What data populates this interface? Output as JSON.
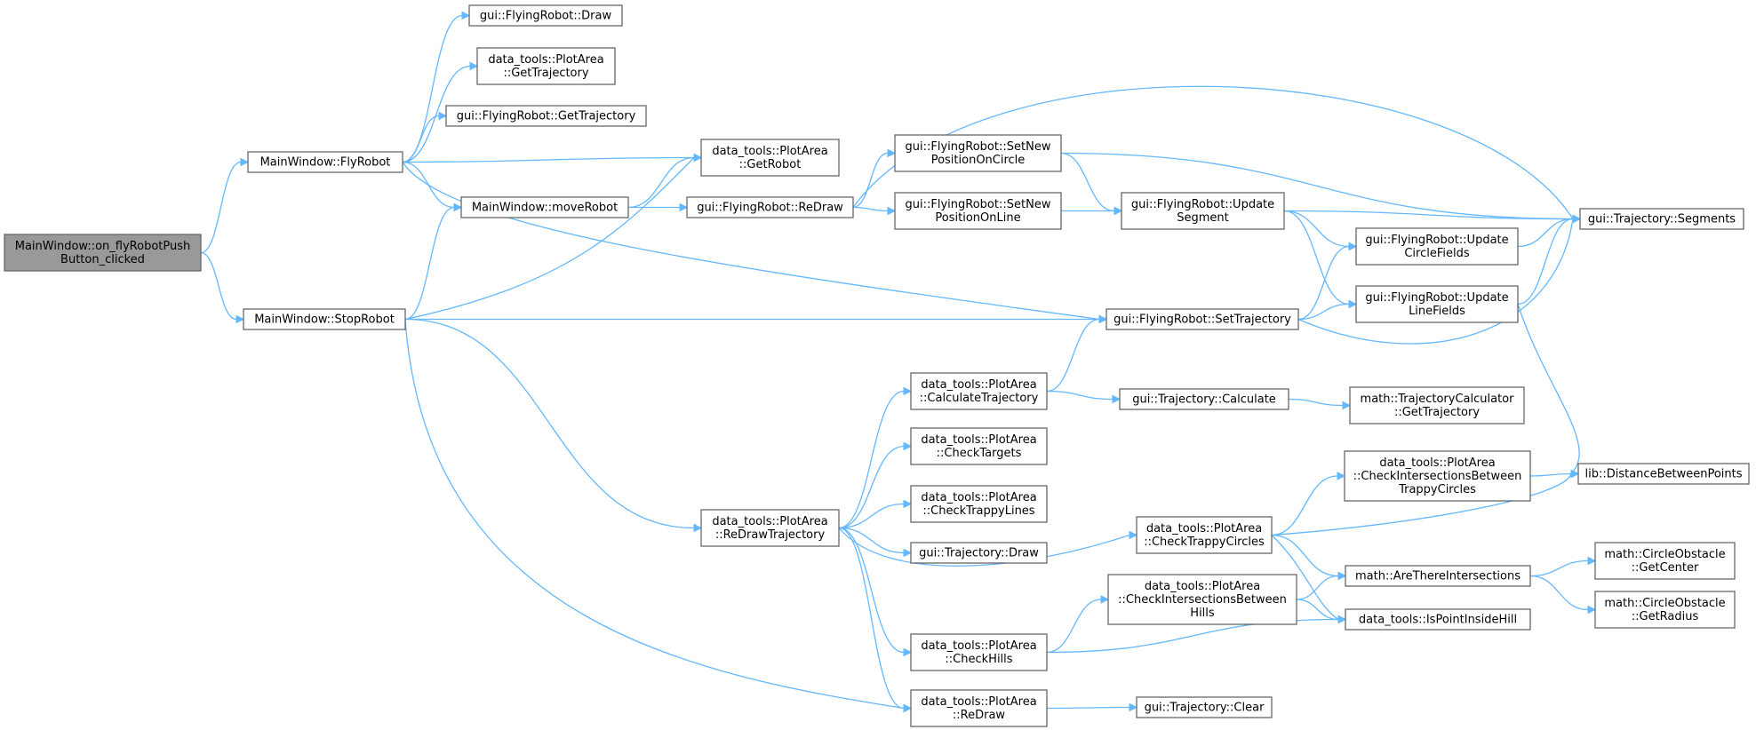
{
  "diagram": {
    "type": "call-graph",
    "edge_color": "#63b8ff",
    "node_border_color": "#666666",
    "root_fill_color": "#999999",
    "nodes": [
      {
        "id": "root",
        "lines": [
          "MainWindow::on_flyRobotPush",
          "Button_clicked"
        ],
        "root": true
      },
      {
        "id": "flyrobot",
        "lines": [
          "MainWindow::FlyRobot"
        ]
      },
      {
        "id": "stoprobot",
        "lines": [
          "MainWindow::StopRobot"
        ]
      },
      {
        "id": "draw",
        "lines": [
          "gui::FlyingRobot::Draw"
        ]
      },
      {
        "id": "pa_gettraj",
        "lines": [
          "data_tools::PlotArea",
          "::GetTrajectory"
        ]
      },
      {
        "id": "fr_gettraj",
        "lines": [
          "gui::FlyingRobot::GetTrajectory"
        ]
      },
      {
        "id": "getrobot",
        "lines": [
          "data_tools::PlotArea",
          "::GetRobot"
        ]
      },
      {
        "id": "moverobot",
        "lines": [
          "MainWindow::moveRobot"
        ]
      },
      {
        "id": "redraw_fr",
        "lines": [
          "gui::FlyingRobot::ReDraw"
        ]
      },
      {
        "id": "setnewcircle",
        "lines": [
          "gui::FlyingRobot::SetNew",
          "PositionOnCircle"
        ]
      },
      {
        "id": "setnewline",
        "lines": [
          "gui::FlyingRobot::SetNew",
          "PositionOnLine"
        ]
      },
      {
        "id": "updateseg",
        "lines": [
          "gui::FlyingRobot::Update",
          "Segment"
        ]
      },
      {
        "id": "segments",
        "lines": [
          "gui::Trajectory::Segments"
        ]
      },
      {
        "id": "updatecircle",
        "lines": [
          "gui::FlyingRobot::Update",
          "CircleFields"
        ]
      },
      {
        "id": "updateline",
        "lines": [
          "gui::FlyingRobot::Update",
          "LineFields"
        ]
      },
      {
        "id": "settraj",
        "lines": [
          "gui::FlyingRobot::SetTrajectory"
        ]
      },
      {
        "id": "calctraj",
        "lines": [
          "data_tools::PlotArea",
          "::CalculateTrajectory"
        ]
      },
      {
        "id": "traj_calc",
        "lines": [
          "gui::Trajectory::Calculate"
        ]
      },
      {
        "id": "math_gettraj",
        "lines": [
          "math::TrajectoryCalculator",
          "::GetTrajectory"
        ]
      },
      {
        "id": "checktargets",
        "lines": [
          "data_tools::PlotArea",
          "::CheckTargets"
        ]
      },
      {
        "id": "checktrappylines",
        "lines": [
          "data_tools::PlotArea",
          "::CheckTrappyLines"
        ]
      },
      {
        "id": "redrawtraj",
        "lines": [
          "data_tools::PlotArea",
          "::ReDrawTrajectory"
        ]
      },
      {
        "id": "traj_draw",
        "lines": [
          "gui::Trajectory::Draw"
        ]
      },
      {
        "id": "checktrappycircles",
        "lines": [
          "data_tools::PlotArea",
          "::CheckTrappyCircles"
        ]
      },
      {
        "id": "checkinterTC",
        "lines": [
          "data_tools::PlotArea",
          "::CheckIntersectionsBetween",
          "TrappyCircles"
        ]
      },
      {
        "id": "distance",
        "lines": [
          "lib::DistanceBetweenPoints"
        ]
      },
      {
        "id": "arethere",
        "lines": [
          "math::AreThereIntersections"
        ]
      },
      {
        "id": "getcenter",
        "lines": [
          "math::CircleObstacle",
          "::GetCenter"
        ]
      },
      {
        "id": "getradius",
        "lines": [
          "math::CircleObstacle",
          "::GetRadius"
        ]
      },
      {
        "id": "checkinterH",
        "lines": [
          "data_tools::PlotArea",
          "::CheckIntersectionsBetween",
          "Hills"
        ]
      },
      {
        "id": "ispointinside",
        "lines": [
          "data_tools::IsPointInsideHill"
        ]
      },
      {
        "id": "checkhills",
        "lines": [
          "data_tools::PlotArea",
          "::CheckHills"
        ]
      },
      {
        "id": "pa_redraw",
        "lines": [
          "data_tools::PlotArea",
          "::ReDraw"
        ]
      },
      {
        "id": "traj_clear",
        "lines": [
          "gui::Trajectory::Clear"
        ]
      }
    ],
    "edges": [
      {
        "from": "root",
        "to": "flyrobot"
      },
      {
        "from": "root",
        "to": "stoprobot"
      },
      {
        "from": "flyrobot",
        "to": "draw"
      },
      {
        "from": "flyrobot",
        "to": "pa_gettraj"
      },
      {
        "from": "flyrobot",
        "to": "fr_gettraj"
      },
      {
        "from": "flyrobot",
        "to": "getrobot"
      },
      {
        "from": "flyrobot",
        "to": "moverobot"
      },
      {
        "from": "flyrobot",
        "to": "settraj"
      },
      {
        "from": "moverobot",
        "to": "getrobot"
      },
      {
        "from": "moverobot",
        "to": "redraw_fr"
      },
      {
        "from": "redraw_fr",
        "to": "setnewcircle"
      },
      {
        "from": "redraw_fr",
        "to": "setnewline"
      },
      {
        "from": "redraw_fr",
        "to": "segments"
      },
      {
        "from": "setnewcircle",
        "to": "updateseg"
      },
      {
        "from": "setnewcircle",
        "to": "segments"
      },
      {
        "from": "setnewline",
        "to": "updateseg"
      },
      {
        "from": "updateseg",
        "to": "segments"
      },
      {
        "from": "updateseg",
        "to": "updatecircle"
      },
      {
        "from": "updateseg",
        "to": "updateline"
      },
      {
        "from": "updatecircle",
        "to": "segments"
      },
      {
        "from": "updateline",
        "to": "segments"
      },
      {
        "from": "updateline",
        "to": "distance"
      },
      {
        "from": "settraj",
        "to": "updatecircle"
      },
      {
        "from": "settraj",
        "to": "updateline"
      },
      {
        "from": "settraj",
        "to": "segments"
      },
      {
        "from": "stoprobot",
        "to": "moverobot"
      },
      {
        "from": "stoprobot",
        "to": "getrobot"
      },
      {
        "from": "stoprobot",
        "to": "settraj"
      },
      {
        "from": "stoprobot",
        "to": "redrawtraj"
      },
      {
        "from": "stoprobot",
        "to": "pa_redraw"
      },
      {
        "from": "redrawtraj",
        "to": "calctraj"
      },
      {
        "from": "redrawtraj",
        "to": "checktargets"
      },
      {
        "from": "redrawtraj",
        "to": "checktrappylines"
      },
      {
        "from": "redrawtraj",
        "to": "traj_draw"
      },
      {
        "from": "redrawtraj",
        "to": "checktrappycircles"
      },
      {
        "from": "redrawtraj",
        "to": "checkhills"
      },
      {
        "from": "redrawtraj",
        "to": "pa_redraw"
      },
      {
        "from": "calctraj",
        "to": "settraj"
      },
      {
        "from": "calctraj",
        "to": "traj_calc"
      },
      {
        "from": "traj_calc",
        "to": "math_gettraj"
      },
      {
        "from": "checktrappycircles",
        "to": "checkinterTC"
      },
      {
        "from": "checktrappycircles",
        "to": "distance"
      },
      {
        "from": "checktrappycircles",
        "to": "arethere"
      },
      {
        "from": "checktrappycircles",
        "to": "ispointinside"
      },
      {
        "from": "checkinterTC",
        "to": "distance"
      },
      {
        "from": "arethere",
        "to": "getcenter"
      },
      {
        "from": "arethere",
        "to": "getradius"
      },
      {
        "from": "checkhills",
        "to": "checkinterH"
      },
      {
        "from": "checkhills",
        "to": "ispointinside"
      },
      {
        "from": "checkinterH",
        "to": "arethere"
      },
      {
        "from": "checkinterH",
        "to": "ispointinside"
      },
      {
        "from": "pa_redraw",
        "to": "traj_clear"
      }
    ]
  }
}
